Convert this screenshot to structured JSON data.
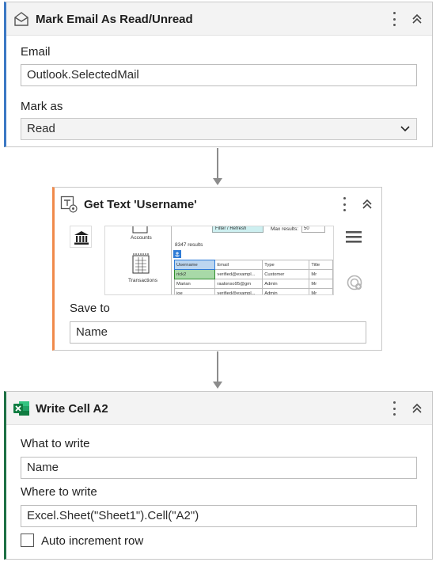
{
  "mark_email": {
    "title": "Mark Email As Read/Unread",
    "email_label": "Email",
    "email_value": "Outlook.SelectedMail",
    "mark_as_label": "Mark as",
    "mark_as_value": "Read",
    "accent": "#3b78c4"
  },
  "get_text": {
    "title": "Get Text 'Username'",
    "save_to_label": "Save to",
    "save_to_value": "Name",
    "accent": "#f08a4b",
    "preview": {
      "accounts": "Accounts",
      "transactions": "Transactions",
      "filter_button": "Filter / Refresh",
      "max_results_label": "Max results:",
      "max_results_value": "50",
      "results_count": "8347 results",
      "columns": [
        "Username",
        "Email",
        "Type",
        "Title"
      ],
      "rows": [
        [
          "rick2",
          "verified@exampl...",
          "Customer",
          "Mr"
        ],
        [
          "Marian",
          "raalonso95@gm",
          "Admin",
          "Mr"
        ],
        [
          "joe",
          "verified@exampl...",
          "Admin",
          "Mr"
        ]
      ]
    }
  },
  "write_cell": {
    "title": "Write Cell A2",
    "what_label": "What to write",
    "what_value": "Name",
    "where_label": "Where to write",
    "where_value": "Excel.Sheet(\"Sheet1\").Cell(\"A2\")",
    "auto_increment_label": "Auto increment row",
    "auto_increment_checked": false,
    "accent": "#1d7044"
  },
  "icons": {
    "mark_email": "envelope-icon",
    "get_text": "text-selection-icon",
    "write_cell": "excel-icon",
    "more": "kebab-menu-icon",
    "collapse": "chevron-double-up-icon",
    "bank": "bank-icon",
    "menu": "hamburger-icon",
    "target": "target-icon",
    "dropdown": "chevron-down-icon"
  }
}
